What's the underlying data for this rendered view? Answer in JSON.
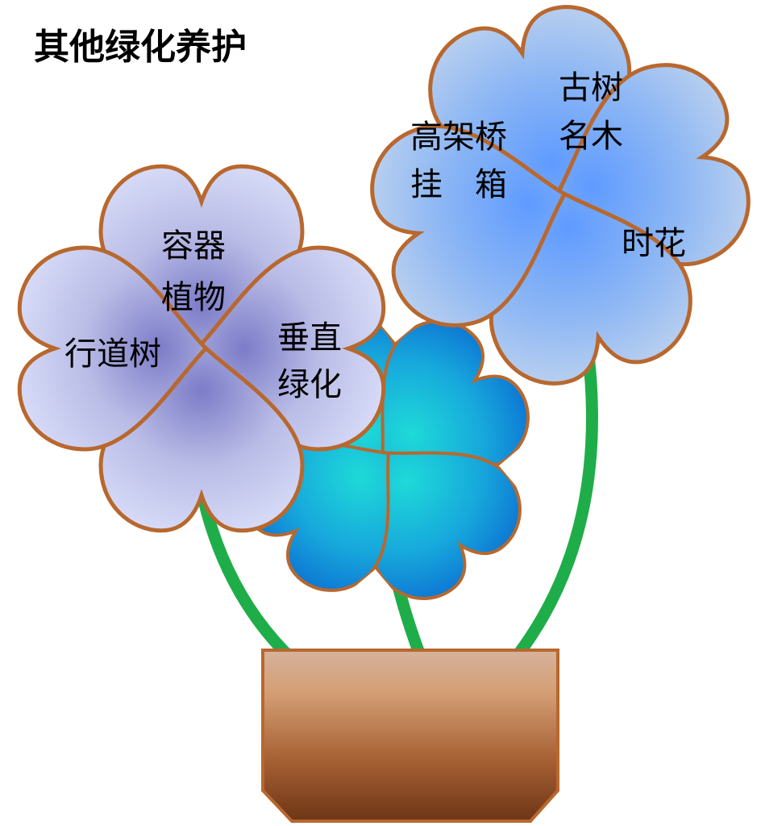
{
  "title": "其他绿化养护",
  "flowers": [
    {
      "id": "left",
      "color": "lavender",
      "petals": [
        {
          "lines": [
            "容器",
            "植物"
          ]
        },
        {
          "lines": [
            "行道树"
          ]
        },
        {
          "lines": [
            "垂直",
            "绿化"
          ]
        },
        {
          "lines": []
        }
      ]
    },
    {
      "id": "middle",
      "color": "blue",
      "petals": [
        {
          "lines": []
        },
        {
          "lines": []
        },
        {
          "lines": []
        },
        {
          "lines": []
        }
      ]
    },
    {
      "id": "right",
      "color": "light-blue",
      "petals": [
        {
          "lines": [
            "古树",
            "名木"
          ]
        },
        {
          "lines": [
            "高架桥",
            "挂　箱"
          ]
        },
        {
          "lines": [
            "时花"
          ]
        },
        {
          "lines": []
        }
      ]
    }
  ],
  "colors": {
    "petal_outline": "#b8682e",
    "stem": "#1fad4a",
    "pot_top": "#d6a68a",
    "pot_bottom": "#6e3516"
  }
}
